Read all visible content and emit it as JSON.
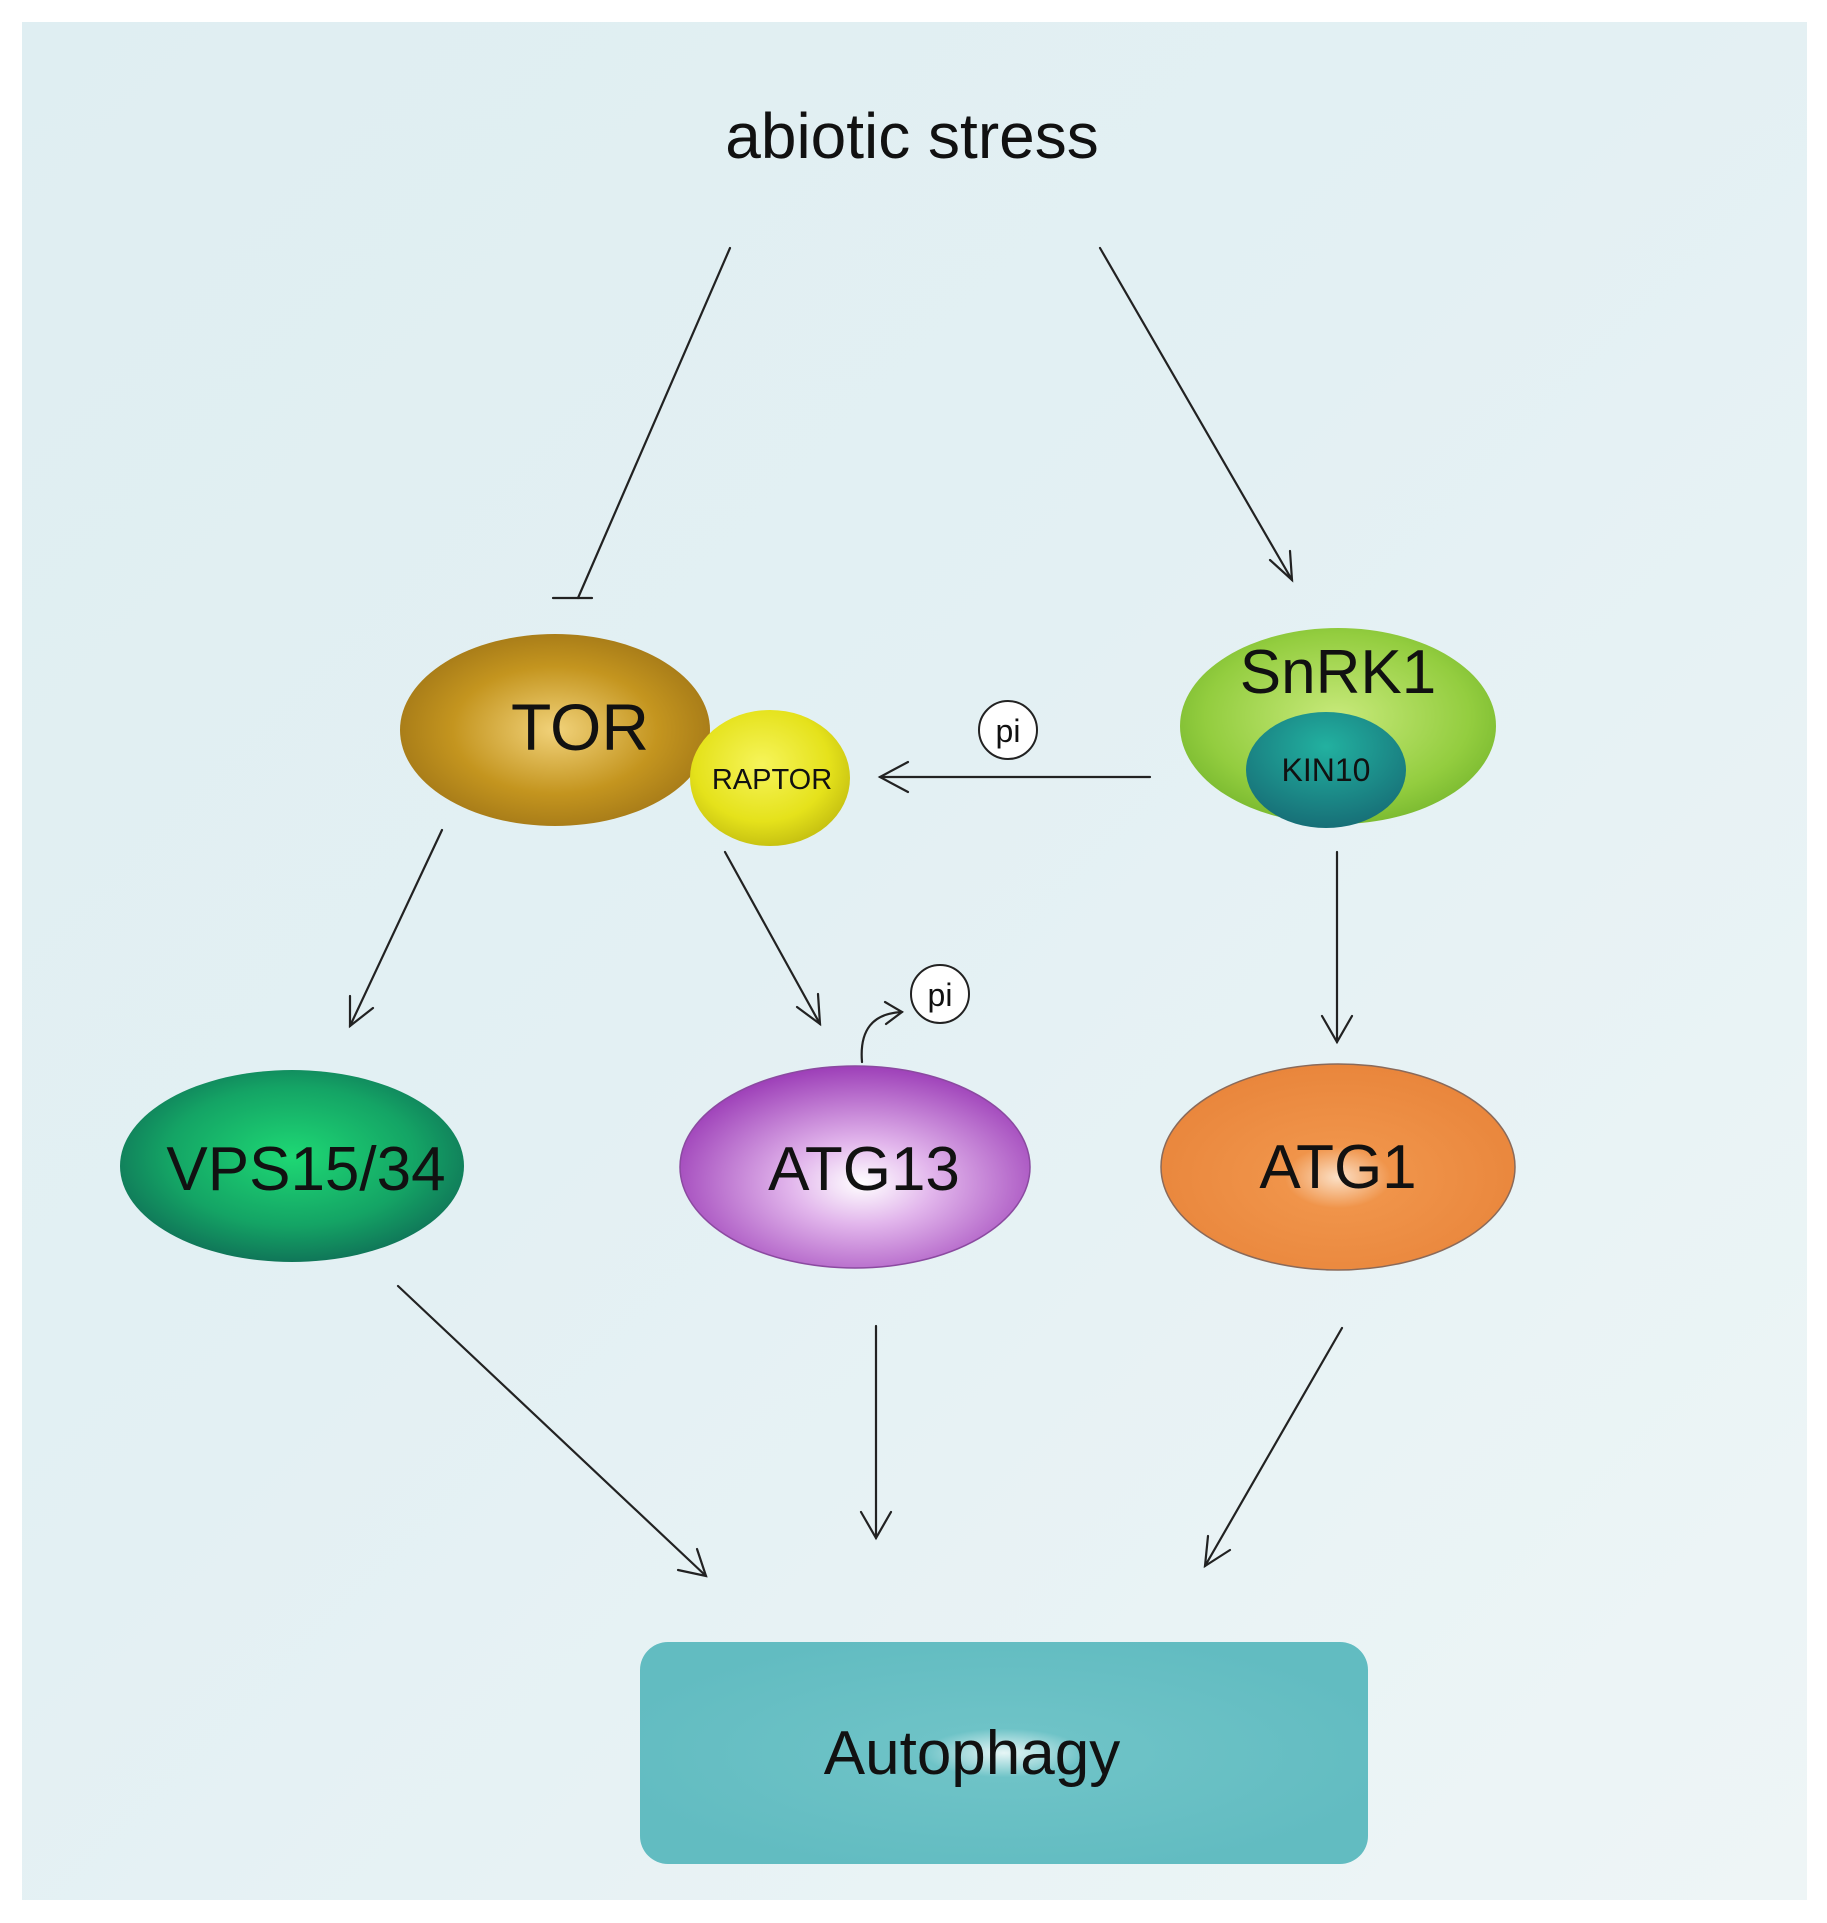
{
  "title": "abiotic stress",
  "nodes": {
    "tor": "TOR",
    "raptor": "RAPTOR",
    "snrk1": "SnRK1",
    "kin10": "KIN10",
    "vps": "VPS15/34",
    "atg13": "ATG13",
    "atg1": "ATG1",
    "autophagy": "Autophagy"
  },
  "phospho_labels": [
    "pi",
    "pi"
  ],
  "colors": {
    "tor": "#b88a1e",
    "raptor": "#e3e21a",
    "snrk1": "#8fcb3c",
    "kin10": "#1d8f86",
    "vps": "#18a866",
    "atg13": "#a845c0",
    "atg1": "#e9873a",
    "autophagy": "#67bfc4"
  },
  "edges": [
    {
      "from": "abiotic stress",
      "to": "TOR",
      "type": "inhibits"
    },
    {
      "from": "abiotic stress",
      "to": "SnRK1",
      "type": "activates"
    },
    {
      "from": "SnRK1",
      "to": "RAPTOR",
      "type": "phosphorylates"
    },
    {
      "from": "TOR",
      "to": "VPS15/34",
      "type": "activates"
    },
    {
      "from": "TOR",
      "to": "ATG13",
      "type": "activates"
    },
    {
      "from": "SnRK1",
      "to": "ATG1",
      "type": "activates"
    },
    {
      "from": "ATG13",
      "to": "pi",
      "type": "phosphorylation"
    },
    {
      "from": "VPS15/34",
      "to": "Autophagy",
      "type": "activates"
    },
    {
      "from": "ATG13",
      "to": "Autophagy",
      "type": "activates"
    },
    {
      "from": "ATG1",
      "to": "Autophagy",
      "type": "activates"
    }
  ]
}
